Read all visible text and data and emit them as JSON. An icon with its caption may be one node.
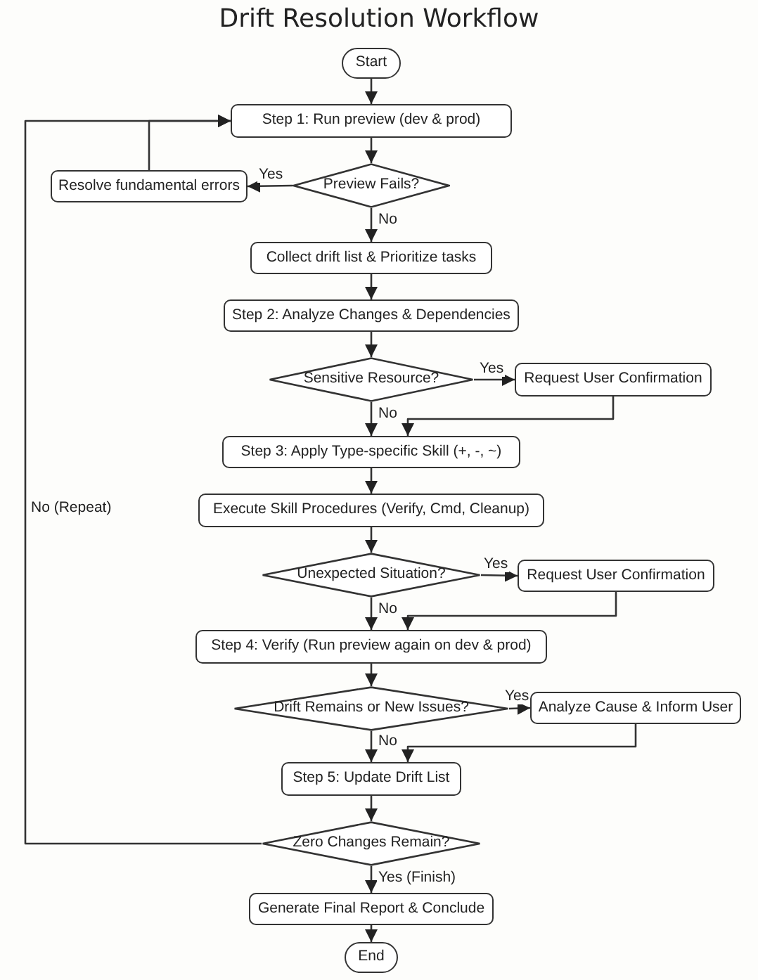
{
  "diagram": {
    "title": "Drift Resolution Workflow",
    "nodes": [
      {
        "text": [
          "Start"
        ]
      },
      {
        "text": [
          "Step 1: Run preview (dev & prod)"
        ]
      },
      {
        "text": [
          "Preview Fails?"
        ]
      },
      {
        "text": [
          "Resolve fundamental errors"
        ]
      },
      {
        "text": [
          "Collect drift list & Prioritize tasks"
        ]
      },
      {
        "text": [
          "Step 2: Analyze Changes & Dependencies"
        ]
      },
      {
        "text": [
          "Sensitive Resource?"
        ]
      },
      {
        "text": [
          "Request User Confirmation"
        ]
      },
      {
        "text": [
          "Step 3: Apply Type-specific Skill (+, -, ~)"
        ]
      },
      {
        "text": [
          "Execute Skill Procedures (Verify, Cmd, Cleanup)"
        ]
      },
      {
        "text": [
          "Unexpected Situation?"
        ]
      },
      {
        "text": [
          "Request User Confirmation"
        ]
      },
      {
        "text": [
          "Step 4: Verify (Run preview again on dev & prod)"
        ]
      },
      {
        "text": [
          "Drift Remains or New Issues?"
        ]
      },
      {
        "text": [
          "Analyze Cause & Inform User"
        ]
      },
      {
        "text": [
          "Step 5: Update Drift List"
        ]
      },
      {
        "text": [
          "Zero Changes Remain?"
        ]
      },
      {
        "text": [
          "Generate Final Report & Conclude"
        ]
      },
      {
        "text": [
          "End"
        ]
      }
    ],
    "edges": [
      {
        "from": 0,
        "to": 1,
        "arrow": "to"
      },
      {
        "from": 1,
        "to": 2,
        "arrow": "to"
      },
      {
        "from": 2,
        "to": 3,
        "arrow": "to",
        "label": "Yes"
      },
      {
        "from": 3,
        "to": 1,
        "arrow": "to"
      },
      {
        "from": 2,
        "to": 4,
        "arrow": "to",
        "label": "No"
      },
      {
        "from": 4,
        "to": 5,
        "arrow": "to"
      },
      {
        "from": 5,
        "to": 6,
        "arrow": "to"
      },
      {
        "from": 6,
        "to": 7,
        "arrow": "to",
        "label": "Yes"
      },
      {
        "from": 6,
        "to": 8,
        "arrow": "to",
        "label": "No"
      },
      {
        "from": 7,
        "to": 8,
        "arrow": "to"
      },
      {
        "from": 8,
        "to": 9,
        "arrow": "to"
      },
      {
        "from": 9,
        "to": 10,
        "arrow": "to"
      },
      {
        "from": 10,
        "to": 11,
        "arrow": "to",
        "label": "Yes"
      },
      {
        "from": 10,
        "to": 12,
        "arrow": "to",
        "label": "No"
      },
      {
        "from": 11,
        "to": 12,
        "arrow": "to"
      },
      {
        "from": 12,
        "to": 13,
        "arrow": "to"
      },
      {
        "from": 13,
        "to": 14,
        "arrow": "to",
        "label": "Yes"
      },
      {
        "from": 13,
        "to": 15,
        "arrow": "to",
        "label": "No"
      },
      {
        "from": 14,
        "to": 15,
        "arrow": "to"
      },
      {
        "from": 15,
        "to": 16,
        "arrow": "to"
      },
      {
        "from": 16,
        "to": 1,
        "arrow": "to",
        "label": "No (Repeat)"
      },
      {
        "from": 16,
        "to": 17,
        "arrow": "to",
        "label": "Yes (Finish)"
      },
      {
        "from": 17,
        "to": 18,
        "arrow": "to"
      }
    ]
  }
}
